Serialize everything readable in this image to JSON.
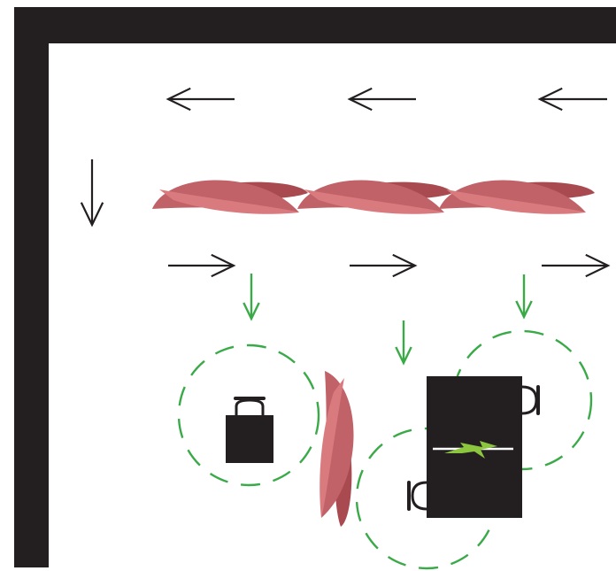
{
  "colors": {
    "wall": "#231f20",
    "background": "#ffffff",
    "arrow": "#231f20",
    "sensor": "#3aaa48",
    "spark": "#8cc63f",
    "leaf_dark": "#a94a50",
    "leaf_mid": "#c06268",
    "leaf_light": "#d97a7e",
    "device": "#231f20",
    "highlight": "#ffffff"
  },
  "icons": {
    "wall": "corner-wall-icon",
    "airflow_arrow": "arrow-icon",
    "fan_blade": "fan-blade-icon",
    "detection_arrow": "detection-arrow-icon",
    "detection_zone": "dashed-circle-icon",
    "lock": "padlock-icon",
    "door": "door-icon",
    "spark": "spark-icon"
  },
  "diagram": {
    "airflow_arrows": [
      {
        "id": "left-1",
        "direction": "left"
      },
      {
        "id": "left-2",
        "direction": "left"
      },
      {
        "id": "left-3",
        "direction": "left"
      },
      {
        "id": "down-1",
        "direction": "down"
      },
      {
        "id": "right-1",
        "direction": "right"
      },
      {
        "id": "right-2",
        "direction": "right"
      },
      {
        "id": "right-3",
        "direction": "right"
      }
    ],
    "fan_blades": [
      {
        "id": "blade-1",
        "orientation": "horizontal"
      },
      {
        "id": "blade-2",
        "orientation": "horizontal"
      },
      {
        "id": "blade-3",
        "orientation": "horizontal"
      },
      {
        "id": "blade-4",
        "orientation": "vertical"
      }
    ],
    "detection_arrows": [
      {
        "id": "det-1",
        "direction": "down"
      },
      {
        "id": "det-2",
        "direction": "down"
      },
      {
        "id": "det-3",
        "direction": "down"
      }
    ],
    "detection_zones": [
      {
        "id": "zone-lock"
      },
      {
        "id": "zone-door-top"
      },
      {
        "id": "zone-door-bottom"
      }
    ],
    "devices": [
      {
        "id": "padlock",
        "kind": "lock"
      },
      {
        "id": "door",
        "kind": "door",
        "handles": 2
      }
    ]
  }
}
